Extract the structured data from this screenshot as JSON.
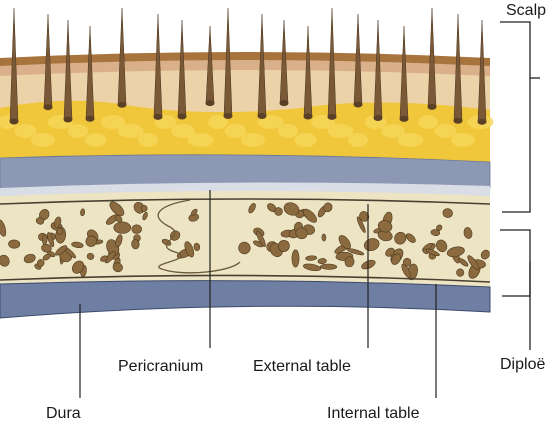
{
  "labels": {
    "scalp": "Scalp",
    "diploe": "Diploë",
    "pericranium": "Pericranium",
    "external_table": "External table",
    "internal_table": "Internal table",
    "dura": "Dura"
  },
  "colors": {
    "skin": "#a8743e",
    "epidermis": "#d9b089",
    "dermis": "#ecd2a8",
    "fat": "#f0c63a",
    "galea": "#8d99b4",
    "pericranium": "#d8dde6",
    "bone_matrix": "#ede4c4",
    "bone_pore": "#8a6a3e",
    "dura": "#6f7fa3",
    "hair": "#7a5a36"
  }
}
